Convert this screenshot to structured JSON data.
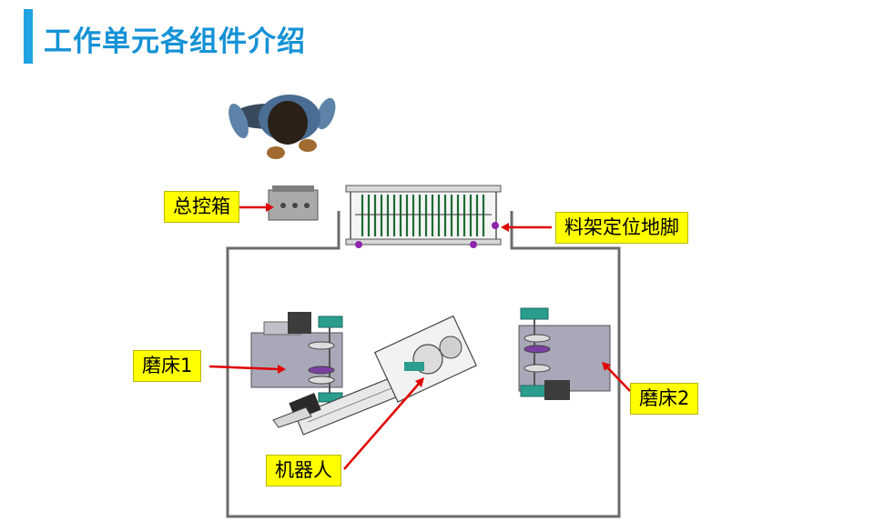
{
  "title": "工作单元各组件介绍",
  "labels": {
    "control_box": "总控箱",
    "rack_feet": "料架定位地脚",
    "grinder1": "磨床1",
    "grinder2": "磨床2",
    "robot": "机器人"
  },
  "colors": {
    "accent": "#1fa3e3",
    "label_bg": "#ffff00",
    "arrow": "#e00000",
    "machine_gray": "#a8a8b8",
    "teal": "#2a9d8f",
    "foot_marker": "#8e24aa"
  }
}
